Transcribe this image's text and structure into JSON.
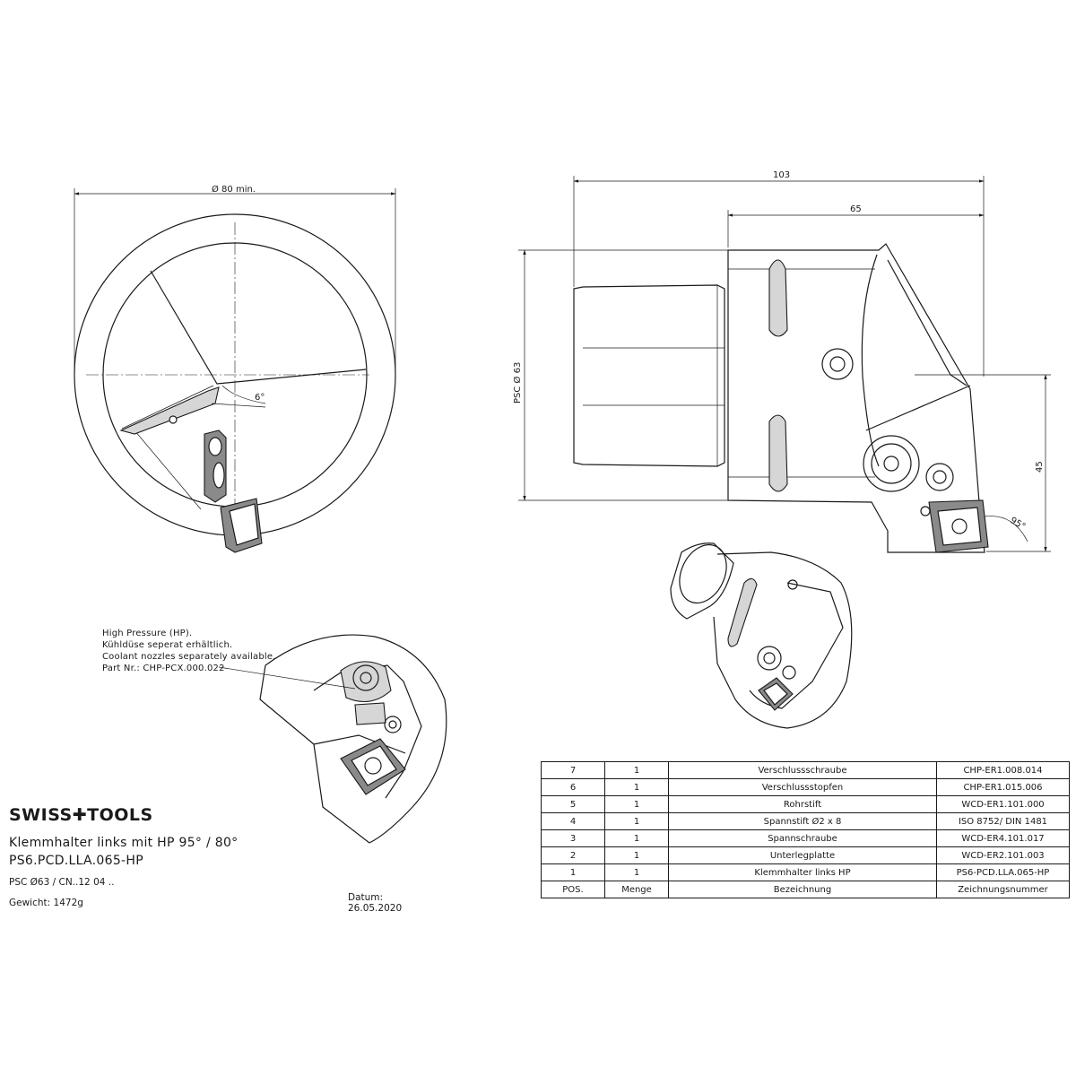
{
  "dimensions": {
    "diameter_min": "Ø 80 min.",
    "angle_left": "6°",
    "length_total": "103",
    "length_body": "65",
    "psc": "PSC Ø 63",
    "height": "45",
    "angle_right": "95°"
  },
  "note": {
    "line1": "High Pressure (HP).",
    "line2": "Kühldüse seperat erhältlich.",
    "line3": "Coolant nozzles separately available.",
    "line4": "Part Nr.: CHP-PCX.000.022"
  },
  "title_block": {
    "brand": "SWISS✚TOOLS",
    "title": "Klemmhalter links mit HP 95° / 80°",
    "code": "PS6.PCD.LLA.065-HP",
    "spec": "PSC Ø63 / CN..12 04 ..",
    "weight": "Gewicht: 1472g",
    "date": "Datum: 26.05.2020"
  },
  "parts_table": {
    "rows": [
      {
        "pos": "7",
        "qty": "1",
        "name": "Verschlussschraube",
        "number": "CHP-ER1.008.014"
      },
      {
        "pos": "6",
        "qty": "1",
        "name": "Verschlussstopfen",
        "number": "CHP-ER1.015.006"
      },
      {
        "pos": "5",
        "qty": "1",
        "name": "Rohrstift",
        "number": "WCD-ER1.101.000"
      },
      {
        "pos": "4",
        "qty": "1",
        "name": "Spannstift Ø2 x 8",
        "number": "ISO 8752/ DIN 1481"
      },
      {
        "pos": "3",
        "qty": "1",
        "name": "Spannschraube",
        "number": "WCD-ER4.101.017"
      },
      {
        "pos": "2",
        "qty": "1",
        "name": "Unterlegplatte",
        "number": "WCD-ER2.101.003"
      },
      {
        "pos": "1",
        "qty": "1",
        "name": "Klemmhalter links HP",
        "number": "PS6-PCD.LLA.065-HP"
      }
    ],
    "header": {
      "pos": "POS.",
      "qty": "Menge",
      "name": "Bezeichnung",
      "number": "Zeichnungsnummer"
    }
  }
}
